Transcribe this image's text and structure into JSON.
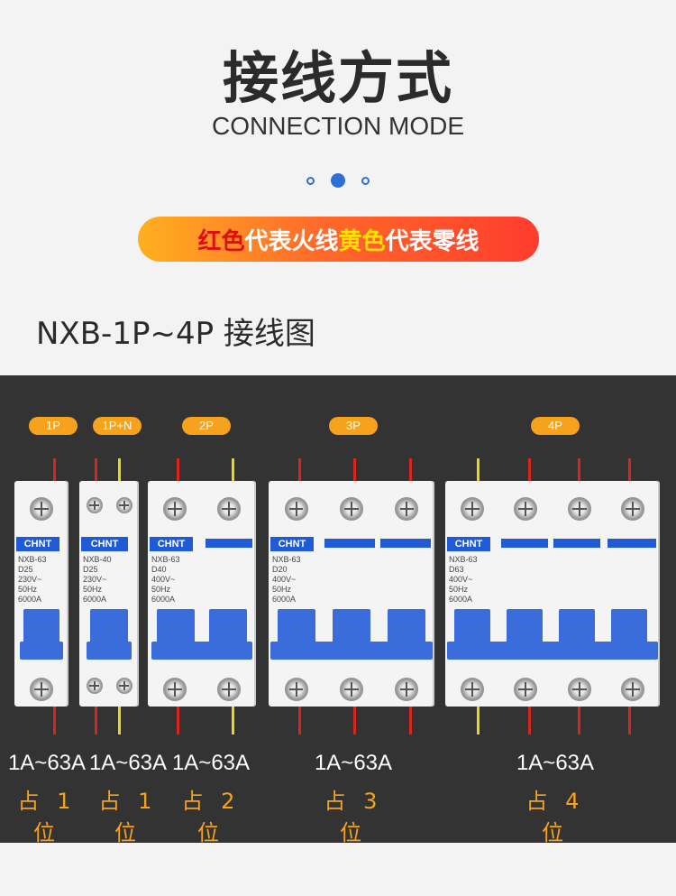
{
  "header": {
    "title": "接线方式",
    "subtitle": "CONNECTION MODE"
  },
  "banner": {
    "part1": "红色",
    "part2": "代表火线 ",
    "part3": "黄色",
    "part4": "代表零线"
  },
  "diagram_title": "NXB-1P~4P 接线图",
  "tags": [
    "1P",
    "1P+N",
    "2P",
    "3P",
    "4P"
  ],
  "brand": "CHNT",
  "models": [
    {
      "line1": "NXB-63",
      "line2": "D25",
      "line3": "230V~",
      "line4": "50Hz",
      "line5": "6000A"
    },
    {
      "line1": "NXB-40",
      "line2": "D25",
      "line3": "230V~",
      "line4": "50Hz",
      "line5": "6000A"
    },
    {
      "line1": "NXB-63",
      "line2": "D40",
      "line3": "400V~",
      "line4": "50Hz",
      "line5": "6000A"
    },
    {
      "line1": "NXB-63",
      "line2": "D20",
      "line3": "400V~",
      "line4": "50Hz",
      "line5": "6000A"
    },
    {
      "line1": "NXB-63",
      "line2": "D63",
      "line3": "400V~",
      "line4": "50Hz",
      "line5": "6000A"
    }
  ],
  "ranges": [
    "1A~63A",
    "1A~63A",
    "1A~63A",
    "1A~63A",
    "1A~63A"
  ],
  "occupies": [
    "占 1 位",
    "占 1 位",
    "占 2 位",
    "占 3 位",
    "占 4 位"
  ],
  "colors": {
    "live": "#d8261c",
    "neutral": "#e8d81a",
    "accent": "#f7a21c",
    "brand_blue": "#1f5bd6"
  }
}
